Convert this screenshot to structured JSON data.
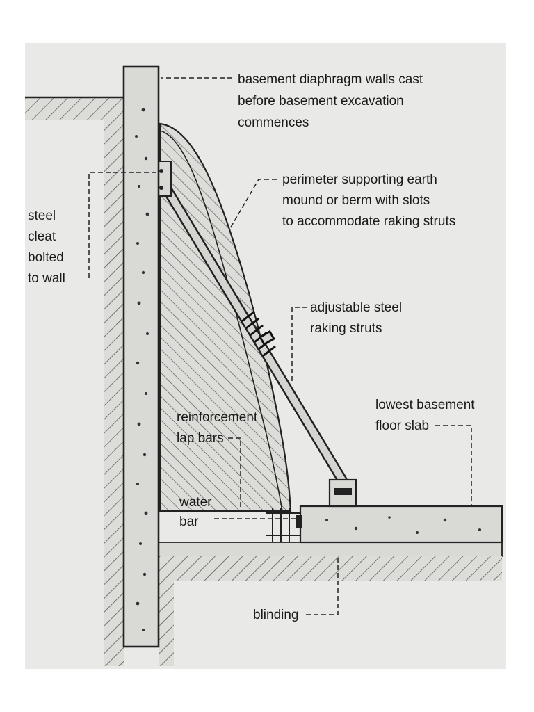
{
  "palette": {
    "page": "#ffffff",
    "paper": "#e9e9e7",
    "ink": "#1a1a1a",
    "concrete": "#d9d9d6",
    "earth": "#d0d0cc"
  },
  "labels": {
    "diaphragm": [
      "basement diaphragm walls cast",
      "before basement excavation",
      "commences"
    ],
    "berm": [
      "perimeter supporting earth",
      "mound or berm with slots",
      "to accommodate raking struts"
    ],
    "cleat": [
      "steel",
      "cleat",
      "bolted",
      "to wall"
    ],
    "struts": [
      "adjustable steel",
      "raking struts"
    ],
    "slab": [
      "lowest basement",
      "floor slab"
    ],
    "lap_bars": [
      "reinforcement",
      "lap bars"
    ],
    "water_bar": [
      "water",
      "bar"
    ],
    "blinding": [
      "blinding"
    ]
  }
}
